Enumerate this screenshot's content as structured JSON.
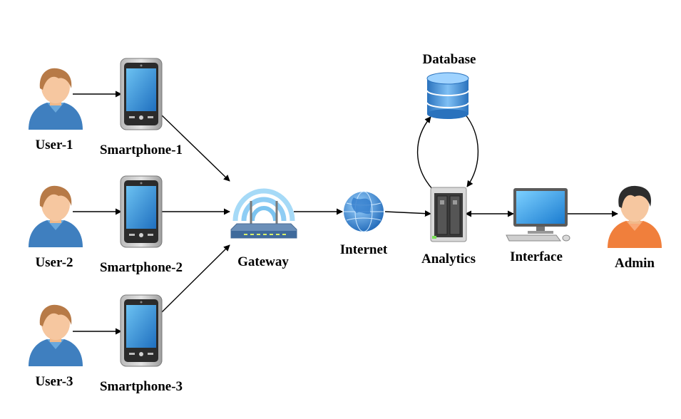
{
  "diagram": {
    "nodes": {
      "user1": {
        "label": "User-1",
        "icon": "user-icon"
      },
      "user2": {
        "label": "User-2",
        "icon": "user-icon"
      },
      "user3": {
        "label": "User-3",
        "icon": "user-icon"
      },
      "phone1": {
        "label": "Smartphone-1",
        "icon": "smartphone-icon"
      },
      "phone2": {
        "label": "Smartphone-2",
        "icon": "smartphone-icon"
      },
      "phone3": {
        "label": "Smartphone-3",
        "icon": "smartphone-icon"
      },
      "gateway": {
        "label": "Gateway",
        "icon": "wifi-router-icon"
      },
      "internet": {
        "label": "Internet",
        "icon": "globe-icon"
      },
      "database": {
        "label": "Database",
        "icon": "database-icon"
      },
      "analytics": {
        "label": "Analytics",
        "icon": "server-icon"
      },
      "interface": {
        "label": "Interface",
        "icon": "desktop-computer-icon"
      },
      "admin": {
        "label": "Admin",
        "icon": "admin-user-icon"
      }
    },
    "edges": [
      {
        "from": "user1",
        "to": "phone1"
      },
      {
        "from": "user2",
        "to": "phone2"
      },
      {
        "from": "user3",
        "to": "phone3"
      },
      {
        "from": "phone1",
        "to": "gateway"
      },
      {
        "from": "phone2",
        "to": "gateway"
      },
      {
        "from": "phone3",
        "to": "gateway"
      },
      {
        "from": "gateway",
        "to": "internet"
      },
      {
        "from": "internet",
        "to": "analytics"
      },
      {
        "from": "analytics",
        "to": "database"
      },
      {
        "from": "database",
        "to": "analytics"
      },
      {
        "from": "analytics",
        "to": "interface",
        "bidirectional": true
      },
      {
        "from": "interface",
        "to": "admin"
      }
    ],
    "colors": {
      "user_shirt": "#3f7fbf",
      "admin_shirt": "#f07f3c",
      "skin": "#f6c7a0",
      "user_hair": "#b77a47",
      "admin_hair": "#2d2d2d",
      "phone_screen": "#3a9ae0",
      "wifi_waves": "#8fcdf4",
      "database": "#3f8ed8",
      "globe": "#3b86d6",
      "monitor": "#2e9ae6"
    }
  }
}
